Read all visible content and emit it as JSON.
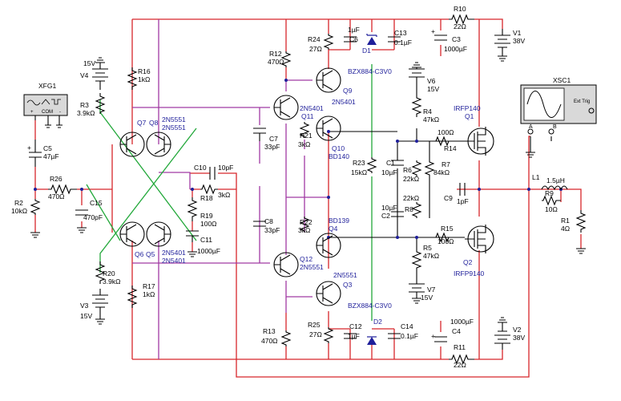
{
  "colors": {
    "wire_red": "#d7262b",
    "wire_purple": "#a13aa3",
    "wire_green": "#22a83a",
    "wire_black": "#000000",
    "label_blue": "#1f1f9a",
    "instrument_panel": "#d9d9d9"
  },
  "instruments": {
    "function_generator": {
      "name": "XFG1",
      "terminals": [
        "+",
        "COM",
        "-"
      ]
    },
    "oscilloscope": {
      "name": "XSC1",
      "channels": [
        "A",
        "B"
      ],
      "ext_trigger": "Ext Trig"
    }
  },
  "sources": {
    "V1": {
      "name": "V1",
      "value": "38V"
    },
    "V2": {
      "name": "V2",
      "value": "38V"
    },
    "V3": {
      "name": "V3",
      "value": "15V"
    },
    "V4": {
      "name": "V4",
      "value": "15V"
    },
    "V6": {
      "name": "V6",
      "value": "15V"
    },
    "V7": {
      "name": "V7",
      "value": "15V"
    }
  },
  "resistors": {
    "R1": {
      "name": "R1",
      "value": "4Ω"
    },
    "R2": {
      "name": "R2",
      "value": "10kΩ"
    },
    "R3": {
      "name": "R3",
      "value": "3.9kΩ"
    },
    "R4": {
      "name": "R4",
      "value": "47kΩ"
    },
    "R5": {
      "name": "R5",
      "value": "47kΩ"
    },
    "R6": {
      "name": "R6",
      "value": "22kΩ"
    },
    "R7": {
      "name": "R7",
      "value": "84kΩ"
    },
    "R8": {
      "name": "R8",
      "value": "22kΩ"
    },
    "R9": {
      "name": "R9",
      "value": "10Ω"
    },
    "R10": {
      "name": "R10",
      "value": "22Ω"
    },
    "R11": {
      "name": "R11",
      "value": "22Ω"
    },
    "R12": {
      "name": "R12",
      "value": "470Ω"
    },
    "R13": {
      "name": "R13",
      "value": "470Ω"
    },
    "R14": {
      "name": "R14",
      "value": "100Ω"
    },
    "R15": {
      "name": "R15",
      "value": "100Ω"
    },
    "R16": {
      "name": "R16",
      "value": "1kΩ"
    },
    "R17": {
      "name": "R17",
      "value": "1kΩ"
    },
    "R18": {
      "name": "R18",
      "value": "3kΩ"
    },
    "R19": {
      "name": "R19",
      "value": "100Ω"
    },
    "R20": {
      "name": "R20",
      "value": "3.9kΩ"
    },
    "R21": {
      "name": "R21",
      "value": "3kΩ"
    },
    "R22": {
      "name": "R22",
      "value": "3kΩ"
    },
    "R23": {
      "name": "R23",
      "value": "15kΩ"
    },
    "R24": {
      "name": "R24",
      "value": "27Ω"
    },
    "R25": {
      "name": "R25",
      "value": "27Ω"
    },
    "R26": {
      "name": "R26",
      "value": "470Ω"
    }
  },
  "capacitors": {
    "C1": {
      "name": "C1",
      "value": "10µF"
    },
    "C2": {
      "name": "C2",
      "value": "10µF"
    },
    "C3": {
      "name": "C3",
      "value": "1000µF"
    },
    "C4": {
      "name": "C4",
      "value": "1000µF"
    },
    "C5": {
      "name": "C5",
      "value": "47µF"
    },
    "C6": {
      "name": "C6",
      "value": "1µF"
    },
    "C7": {
      "name": "C7",
      "value": "33pF"
    },
    "C8": {
      "name": "C8",
      "value": "33pF"
    },
    "C9": {
      "name": "C9",
      "value": "1pF"
    },
    "C10": {
      "name": "C10",
      "value": "10pF"
    },
    "C11": {
      "name": "C11",
      "value": "1000µF"
    },
    "C12": {
      "name": "C12",
      "value": "1µF"
    },
    "C13": {
      "name": "C13",
      "value": "0.1µF"
    },
    "C14": {
      "name": "C14",
      "value": "0.1µF"
    },
    "C15": {
      "name": "C15",
      "value": "470pF"
    }
  },
  "inductors": {
    "L1": {
      "name": "L1",
      "value": "1.5µH"
    }
  },
  "diodes": {
    "D1": {
      "name": "D1",
      "part": "BZX884-C3V0"
    },
    "D2": {
      "name": "D2",
      "part": "BZX884-C3V0"
    }
  },
  "transistors": {
    "Q1": {
      "name": "Q1",
      "part": "IRFP140"
    },
    "Q2": {
      "name": "Q2",
      "part": "IRFP9140"
    },
    "Q3": {
      "name": "Q3",
      "part": "2N5551"
    },
    "Q4": {
      "name": "Q4",
      "part": "BD139"
    },
    "Q5": {
      "name": "Q5",
      "part": "2N5401"
    },
    "Q6": {
      "name": "Q6",
      "part": "2N5401"
    },
    "Q7": {
      "name": "Q7",
      "part": "2N5551"
    },
    "Q8": {
      "name": "Q8",
      "part": "2N5551"
    },
    "Q9": {
      "name": "Q9",
      "part": "2N5401"
    },
    "Q10": {
      "name": "Q10",
      "part": "BD140"
    },
    "Q11": {
      "name": "Q11",
      "part": "2N5401"
    },
    "Q12": {
      "name": "Q12",
      "part": "2N5551"
    }
  }
}
